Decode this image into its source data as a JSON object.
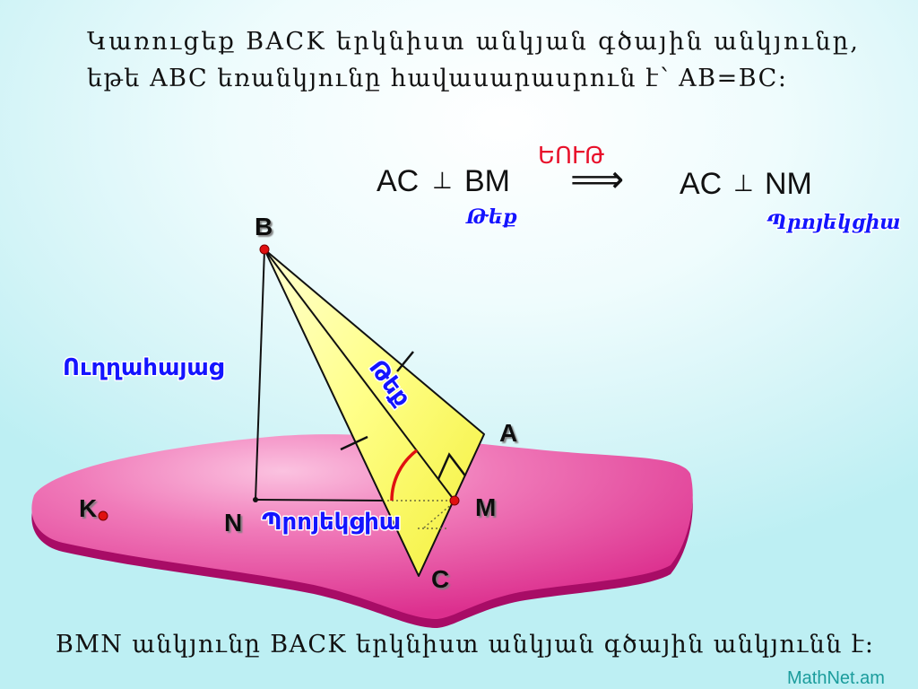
{
  "slide": {
    "problem_line1": "Կառուցեք BACK երկնիստ անկյան գծային անկյունը,",
    "problem_line2": "եթե ABC եռանկյունը հավասարասրուն է՝ AB=BC:",
    "conclusion": "BMN անկյունը BACK երկնիստ անկյան գծային անկյունն է:",
    "watermark": "MathNet.am"
  },
  "theorem": {
    "name": "ԵՈՒԹ",
    "premise": {
      "left": "AC",
      "symbol": "⊥",
      "right": "BM",
      "note": "Թեք"
    },
    "implies": "⟹",
    "result": {
      "left": "AC",
      "symbol": "⊥",
      "right": "NM",
      "note": "Պրոյեկցիա"
    }
  },
  "diagram": {
    "points": {
      "B": "B",
      "A": "A",
      "M": "M",
      "C": "C",
      "N": "N",
      "K": "K"
    },
    "labels": {
      "perpendicular": "Ուղղահայաց",
      "slant": "Թեք",
      "projection": "Պրոյեկցիա"
    }
  },
  "colors": {
    "theorem_red": "#e8102a",
    "label_blue": "#1414ff",
    "watermark_teal": "#1b9c9c",
    "plane_pink": "#e94ba0",
    "triangle_yellow": "#ffff70",
    "angle_arc_red": "#e01010"
  }
}
